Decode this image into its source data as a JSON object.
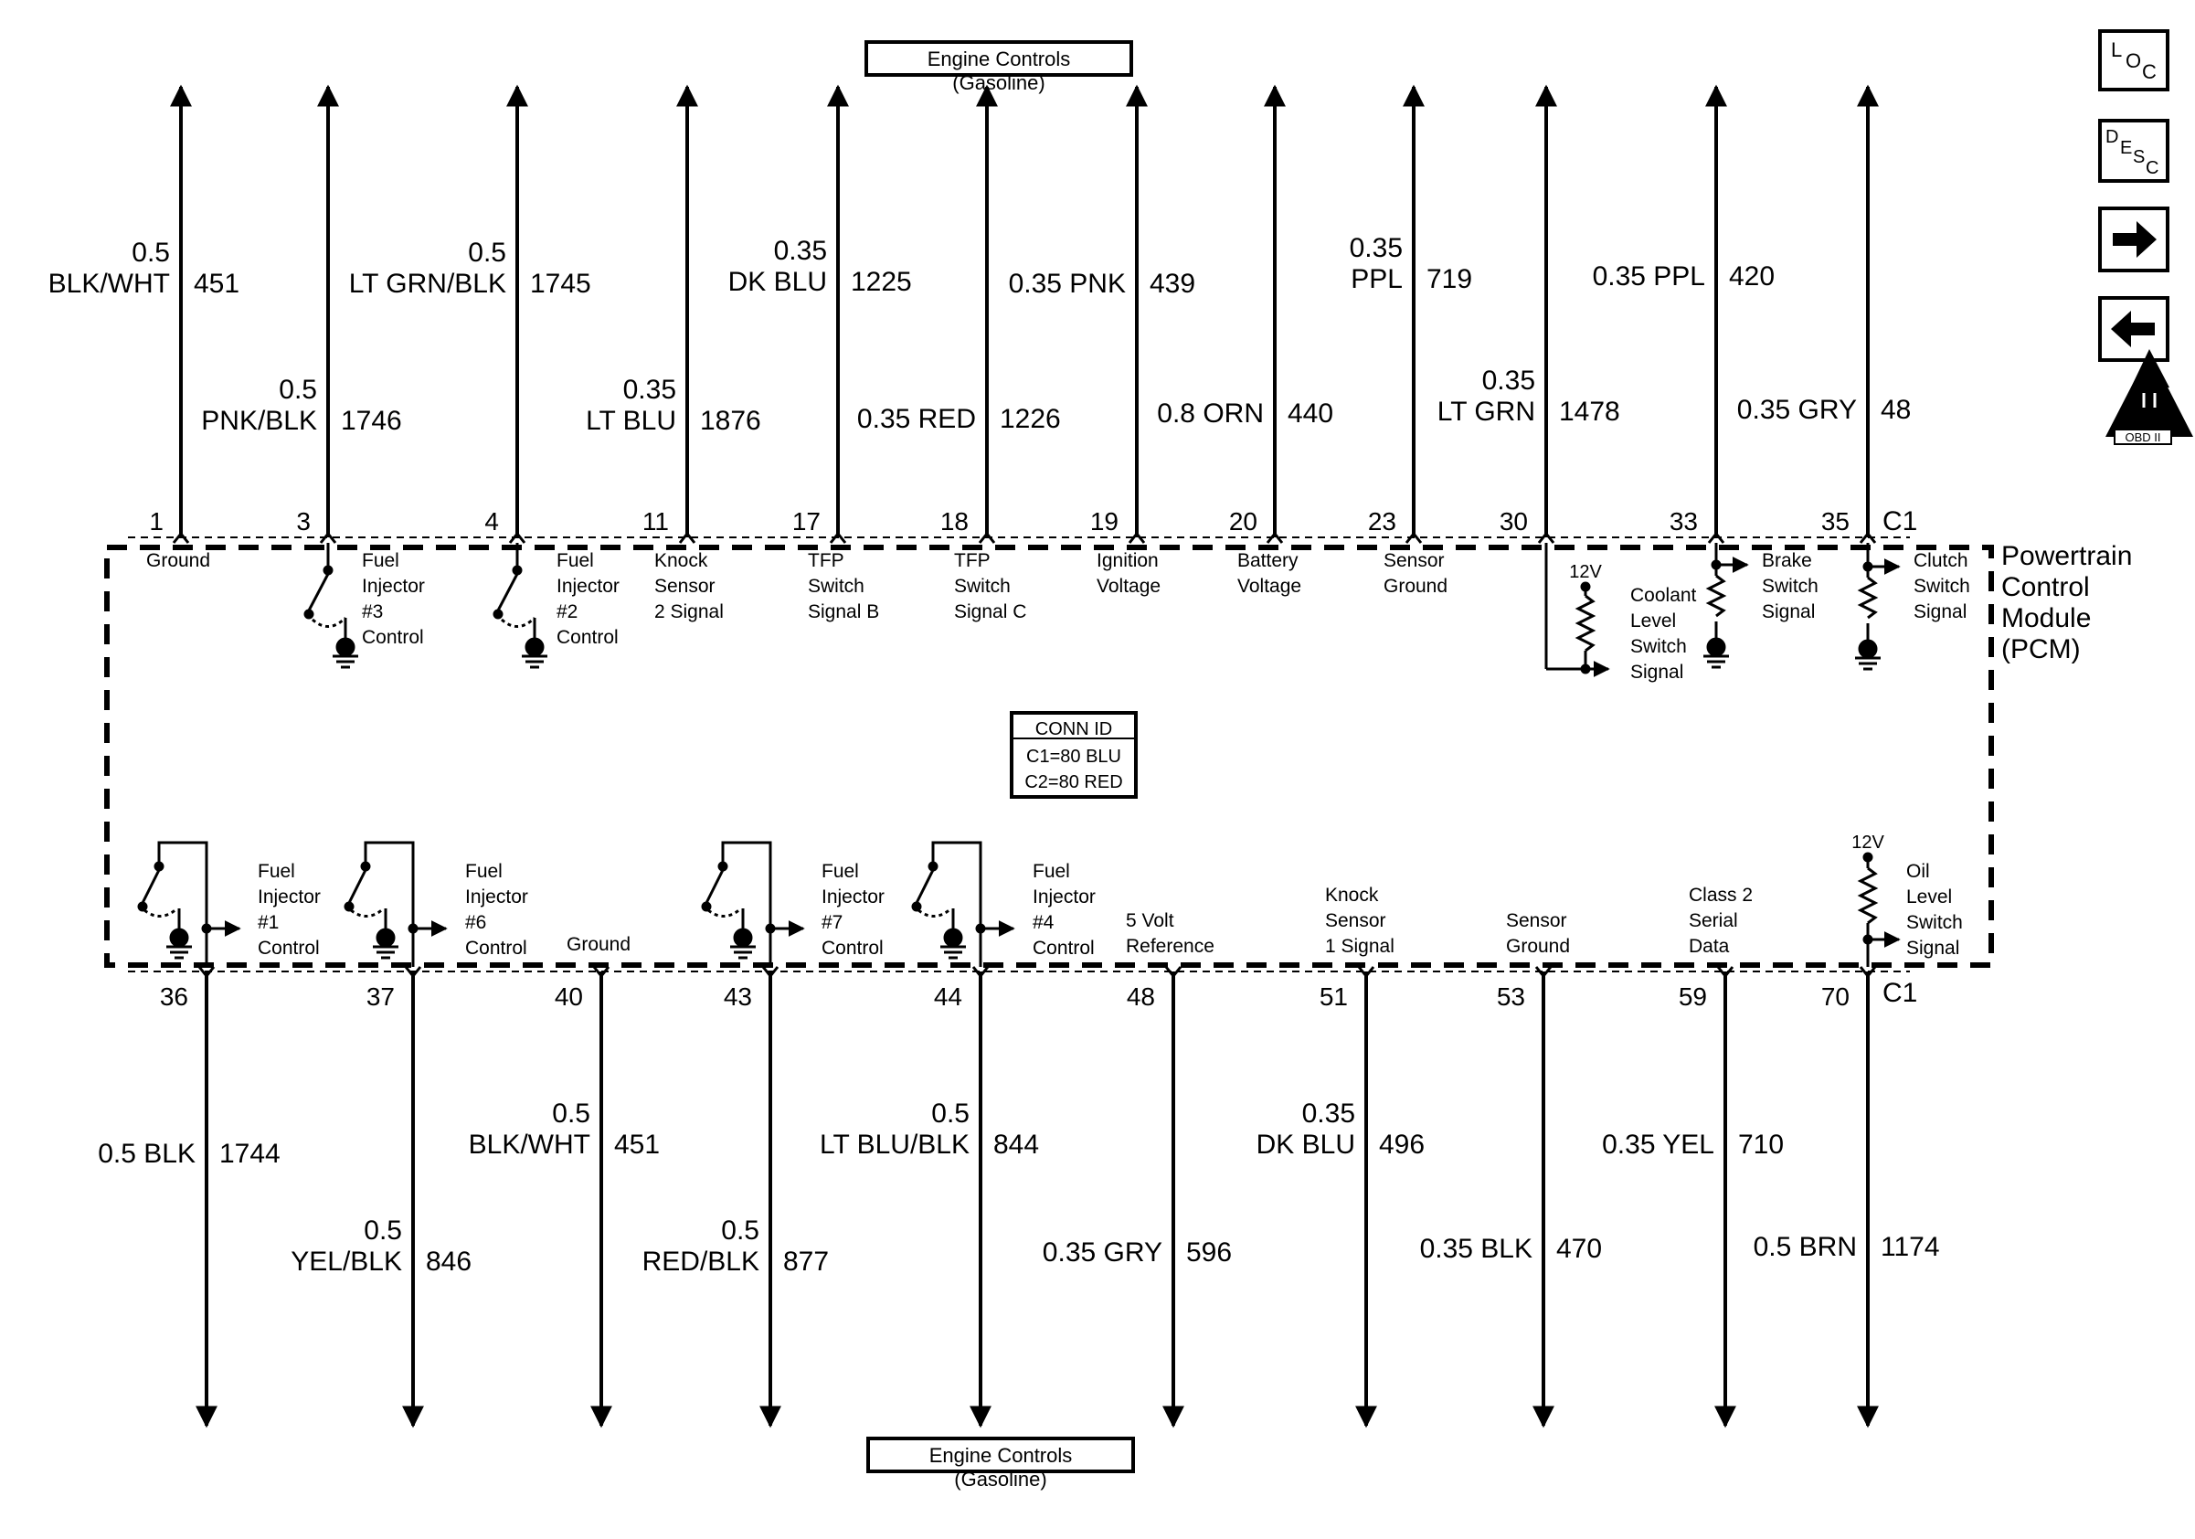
{
  "references": {
    "top": "Engine Controls (Gasoline)",
    "bottom": "Engine Controls (Gasoline)"
  },
  "module": {
    "line1": "Powertrain",
    "line2": "Control",
    "line3": "Module",
    "line4": "(PCM)"
  },
  "connector": {
    "top_id": "C1",
    "bottom_id": "C1"
  },
  "conn_id": {
    "title": "CONN ID",
    "line1": "C1=80 BLU",
    "line2": "C2=80 RED"
  },
  "nav": {
    "loc": "LOC",
    "desc": "DESC",
    "forward": "forward-arrow",
    "back": "back-arrow",
    "obd": "OBD II"
  },
  "top_pins": [
    {
      "pin": "1",
      "wire_size": "0.5",
      "wire_color": "BLK/WHT",
      "circuit": "451",
      "label": [
        "Ground"
      ]
    },
    {
      "pin": "3",
      "wire_size": "0.5",
      "wire_color": "PNK/BLK",
      "circuit": "1746",
      "label": [
        "Fuel",
        "Injector",
        "#3",
        "Control"
      ]
    },
    {
      "pin": "4",
      "wire_size": "0.5",
      "wire_color": "LT GRN/BLK",
      "circuit": "1745",
      "label": [
        "Fuel",
        "Injector",
        "#2",
        "Control"
      ]
    },
    {
      "pin": "11",
      "wire_size": "0.35",
      "wire_color": "LT BLU",
      "circuit": "1876",
      "label": [
        "Knock",
        "Sensor",
        "2 Signal"
      ]
    },
    {
      "pin": "17",
      "wire_size": "0.35",
      "wire_color": "DK BLU",
      "circuit": "1225",
      "label": [
        "TFP",
        "Switch",
        "Signal B"
      ]
    },
    {
      "pin": "18",
      "wire_size": "0.35",
      "wire_color": "RED",
      "circuit": "1226",
      "label": [
        "TFP",
        "Switch",
        "Signal C"
      ]
    },
    {
      "pin": "19",
      "wire_size": "0.35",
      "wire_color": "PNK",
      "circuit": "439",
      "label": [
        "Ignition",
        "Voltage"
      ]
    },
    {
      "pin": "20",
      "wire_size": "0.8",
      "wire_color": "ORN",
      "circuit": "440",
      "label": [
        "Battery",
        "Voltage"
      ]
    },
    {
      "pin": "23",
      "wire_size": "0.35",
      "wire_color": "PPL",
      "circuit": "719",
      "label": [
        "Sensor",
        "Ground"
      ]
    },
    {
      "pin": "30",
      "wire_size": "0.35",
      "wire_color": "LT GRN",
      "circuit": "1478",
      "label": [
        "Coolant",
        "Level",
        "Switch",
        "Signal"
      ],
      "supply": "12V"
    },
    {
      "pin": "33",
      "wire_size": "0.35",
      "wire_color": "PPL",
      "circuit": "420",
      "label": [
        "Brake",
        "Switch",
        "Signal"
      ]
    },
    {
      "pin": "35",
      "wire_size": "0.35",
      "wire_color": "GRY",
      "circuit": "48",
      "label": [
        "Clutch",
        "Switch",
        "Signal"
      ]
    }
  ],
  "bottom_pins": [
    {
      "pin": "36",
      "wire_size": "0.5",
      "wire_color": "BLK",
      "circuit": "1744",
      "label": [
        "Fuel",
        "Injector",
        "#1",
        "Control"
      ]
    },
    {
      "pin": "37",
      "wire_size": "0.5",
      "wire_color": "YEL/BLK",
      "circuit": "846",
      "label": [
        "Fuel",
        "Injector",
        "#6",
        "Control"
      ]
    },
    {
      "pin": "40",
      "wire_size": "0.5",
      "wire_color": "BLK/WHT",
      "circuit": "451",
      "label": [
        "Ground"
      ]
    },
    {
      "pin": "43",
      "wire_size": "0.5",
      "wire_color": "RED/BLK",
      "circuit": "877",
      "label": [
        "Fuel",
        "Injector",
        "#7",
        "Control"
      ]
    },
    {
      "pin": "44",
      "wire_size": "0.5",
      "wire_color": "LT BLU/BLK",
      "circuit": "844",
      "label": [
        "Fuel",
        "Injector",
        "#4",
        "Control"
      ]
    },
    {
      "pin": "48",
      "wire_size": "0.35",
      "wire_color": "GRY",
      "circuit": "596",
      "label": [
        "5 Volt",
        "Reference"
      ]
    },
    {
      "pin": "51",
      "wire_size": "0.35",
      "wire_color": "DK BLU",
      "circuit": "496",
      "label": [
        "Knock",
        "Sensor",
        "1 Signal"
      ]
    },
    {
      "pin": "53",
      "wire_size": "0.35",
      "wire_color": "BLK",
      "circuit": "470",
      "label": [
        "Sensor",
        "Ground"
      ]
    },
    {
      "pin": "59",
      "wire_size": "0.35",
      "wire_color": "YEL",
      "circuit": "710",
      "label": [
        "Class 2",
        "Serial",
        "Data"
      ]
    },
    {
      "pin": "70",
      "wire_size": "0.5",
      "wire_color": "BRN",
      "circuit": "1174",
      "label": [
        "Oil",
        "Level",
        "Switch",
        "Signal"
      ],
      "supply": "12V"
    }
  ]
}
